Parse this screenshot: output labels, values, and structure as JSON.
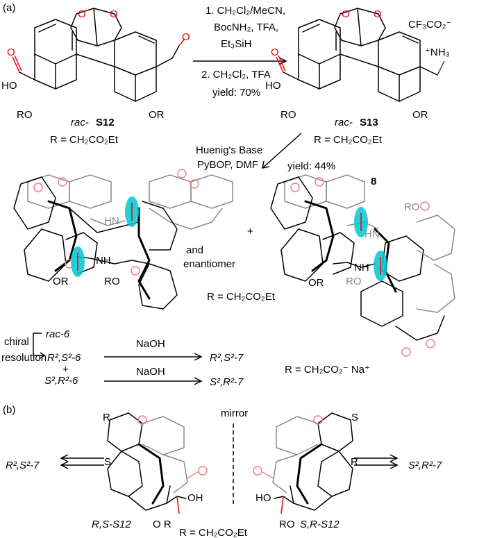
{
  "panel_a": {
    "label": "(a)",
    "s12": {
      "name_prefix": "rac-",
      "name_main": "S12",
      "r_def": "R = CH₂CO₂Et",
      "ho": "HO",
      "ro": "RO",
      "or": "OR"
    },
    "step1": {
      "line1": "1. CH₂Cl₂/MeCN,",
      "line2": "BocNH₂, TFA,",
      "line3": "Et₃SiH",
      "line4": "2. CH₂Cl₂, TFA",
      "yield": "yield: 70%"
    },
    "s13": {
      "name_prefix": "rac-",
      "name_main": "S13",
      "r_def": "R = CH₂CO₂Et",
      "counterion": "CF₃CO₂⁻",
      "nh3": "⁺NH₃",
      "ho": "HO",
      "ro": "RO",
      "or": "OR"
    },
    "step2": {
      "line1": "Huenig's Base",
      "line2": "PyBOP, DMF",
      "yield": "yield: 44%"
    },
    "products": {
      "and": "and",
      "enantiomer": "enantiomer",
      "plus": "+",
      "compound8": "8",
      "r_def": "R = CH₂CO₂Et",
      "nh": "NH",
      "hn": "HN",
      "ro1": "RO",
      "or1": "OR",
      "ro2": "RO",
      "or2": "OR",
      "ro3": "RO"
    },
    "resolution": {
      "rac": "rac-6",
      "chiral": "chiral",
      "resolution": "resolution",
      "compound_a": "R²,S²-6",
      "plus": "+",
      "compound_b": "S²,R²-6",
      "naoh1": "NaOH",
      "naoh2": "NaOH",
      "product_a": "R²,S²-7",
      "product_b": "S²,R²-7",
      "r_def": "R = CH₂CO₂⁻ Na⁺"
    }
  },
  "panel_b": {
    "label": "(b)",
    "mirror": "mirror",
    "left_product": "R²,S²-7",
    "right_product": "S²,R²-7",
    "left_compound": "R,S-S12",
    "right_compound": "S,R-S12",
    "r_def": "R = CH₂CO₂Et",
    "left_r": "R",
    "left_s": "S",
    "right_r": "R",
    "right_s": "S",
    "left_oh": "OH",
    "left_or": "O R",
    "right_ho": "HO",
    "right_ro": "RO"
  }
}
